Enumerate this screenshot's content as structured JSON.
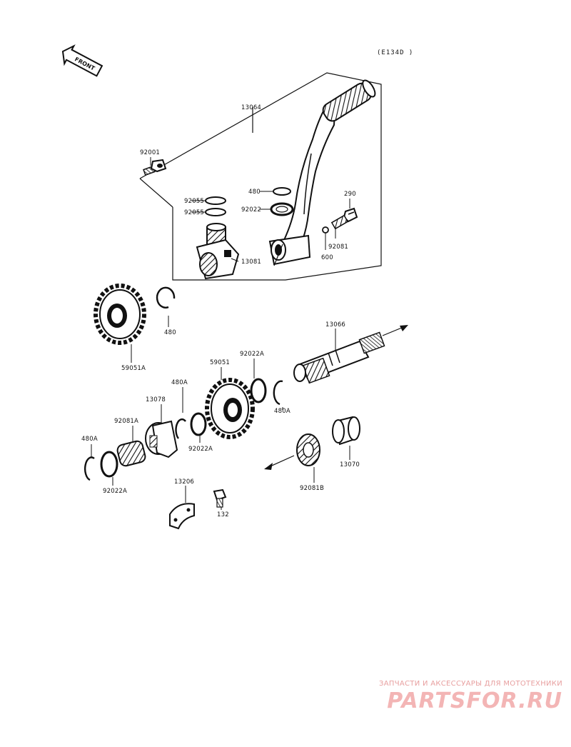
{
  "diagram": {
    "code": "(E134D )",
    "front_label": "FRONT",
    "labels": {
      "p13064": "13064",
      "p92001": "92001",
      "p92055a": "92055",
      "p92055b": "92055",
      "p480a": "480",
      "p92022": "92022",
      "p290": "290",
      "p92081": "92081",
      "p600": "600",
      "p13081": "13081",
      "p480b": "480",
      "p59051A": "59051A",
      "p13066": "13066",
      "p92022A_1": "92022A",
      "p59051": "59051",
      "p480A_1": "480A",
      "p13078": "13078",
      "p480A_2": "480A",
      "p92081A": "92081A",
      "p480A_3": "480A",
      "p92022A_2": "92022A",
      "p92022A_3": "92022A",
      "p13070": "13070",
      "p92081B": "92081B",
      "p13206": "13206",
      "p132": "132"
    }
  },
  "watermark": {
    "tagline": "ЗАПЧАСТИ И АКСЕССУАРЫ ДЛЯ МОТОТЕХНИКИ",
    "site": "PARTSFOR.RU"
  }
}
